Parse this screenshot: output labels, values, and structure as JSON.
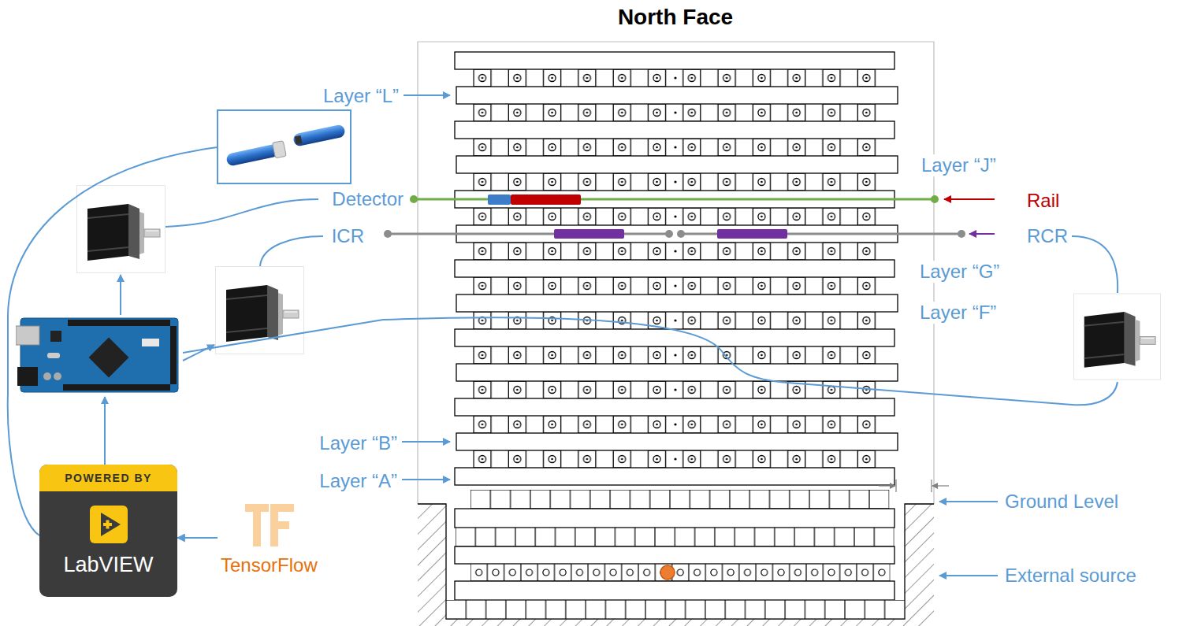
{
  "diagram": {
    "title": "North Face",
    "nodes": [
      {
        "text": [
          "POWERED BY",
          "LabVIEW"
        ]
      },
      {
        "text": [
          "TensorFlow"
        ]
      }
    ],
    "edges": [
      {
        "from": 1,
        "to": 0,
        "arrow": "to"
      }
    ],
    "labels": [
      "Layer “L”",
      "Detector",
      "ICR",
      "Layer “J”",
      "Rail",
      "RCR",
      "Layer “G”",
      "Layer “F”",
      "Layer “B”",
      "Layer “A”",
      "Ground Level",
      "External source"
    ]
  }
}
